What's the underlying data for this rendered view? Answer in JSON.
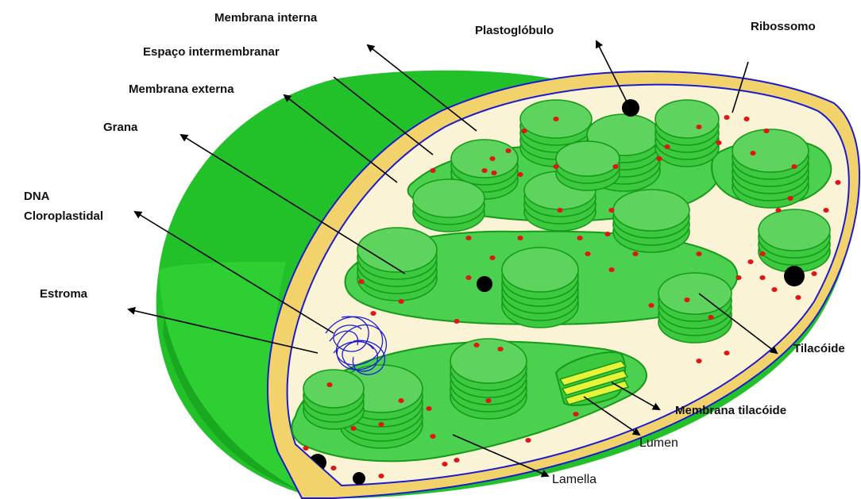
{
  "colors": {
    "outer_green": "#22c12a",
    "outer_green_light": "#43d648",
    "inner_membrane_yellow": "#f2d36b",
    "stroma": "#fbf3d5",
    "membrane_blue": "#1a1ad0",
    "thylakoid_green": "#3cc83f",
    "thylakoid_light": "#5ed35e",
    "thylakoid_edge": "#169a1a",
    "ribosome_red": "#e01515",
    "plastoglobule": "#000000",
    "dna_blue": "#1b1bd8",
    "lumen_yellow": "#e8f23a"
  },
  "labels": {
    "inner_membrane": "Membrana interna",
    "intermembrane_space": "Espaço intermembranar",
    "outer_membrane": "Membrana externa",
    "grana": "Grana",
    "dna_line1": "DNA",
    "dna_line2": "Cloroplastidal",
    "stroma": "Estroma",
    "plastoglobule": "Plastoglóbulo",
    "ribosome": "Ribossomo",
    "thylakoid": "Tilacóide",
    "thylakoid_membrane": "Membrana tilacóide",
    "lumen": "Lumen",
    "lamella": "Lamella"
  }
}
